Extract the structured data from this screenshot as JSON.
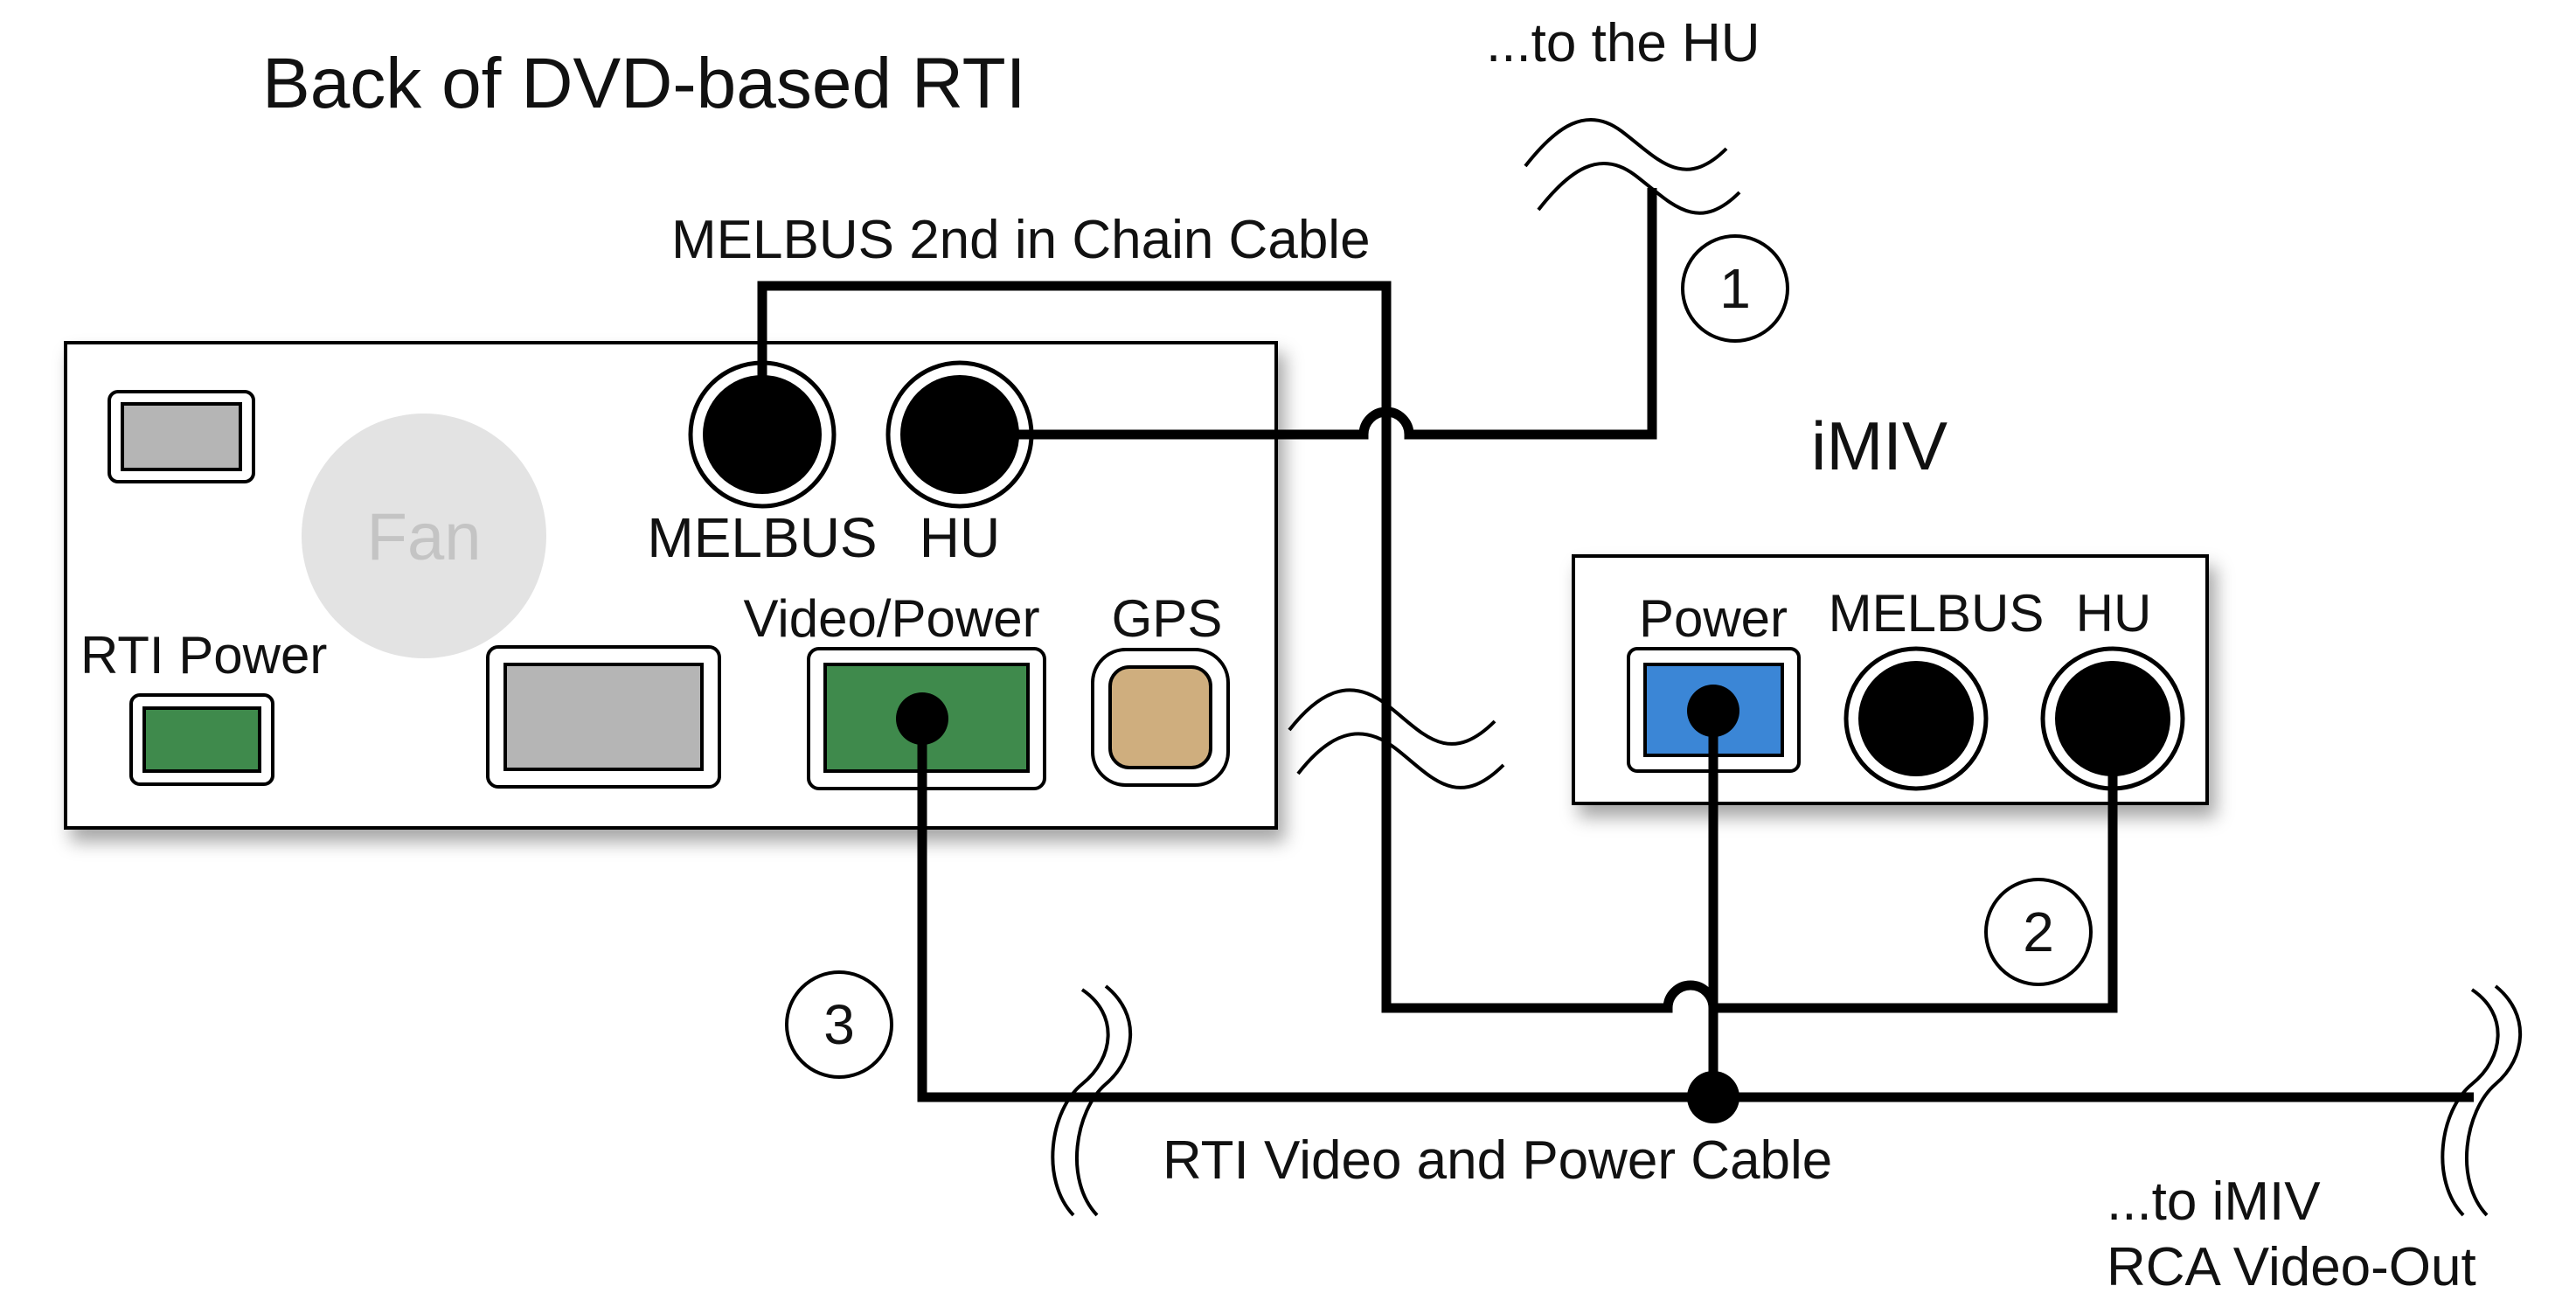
{
  "title": "Back of DVD-based RTI",
  "rti": {
    "fan_label": "Fan",
    "melbus_label": "MELBUS",
    "hu_label": "HU",
    "rti_power_label": "RTI Power",
    "video_power_label": "Video/Power",
    "gps_label": "GPS"
  },
  "imiv": {
    "title": "iMIV",
    "power_label": "Power",
    "melbus_label": "MELBUS",
    "hu_label": "HU"
  },
  "cables": {
    "melbus_chain": "MELBUS 2nd in Chain Cable",
    "video_power": "RTI Video and Power Cable",
    "to_hu": "...to the HU",
    "to_imiv_line1": "...to iMIV",
    "to_imiv_line2": "RCA Video-Out"
  },
  "markers": [
    "1",
    "2",
    "3"
  ],
  "colors": {
    "green_port": "#3f8a4c",
    "gps_port": "#cfae7e",
    "blue_port": "#3b86d6",
    "gray_port": "#b5b5b5",
    "fan": "#e3e3e3",
    "fan_text": "#c4c4c4"
  }
}
